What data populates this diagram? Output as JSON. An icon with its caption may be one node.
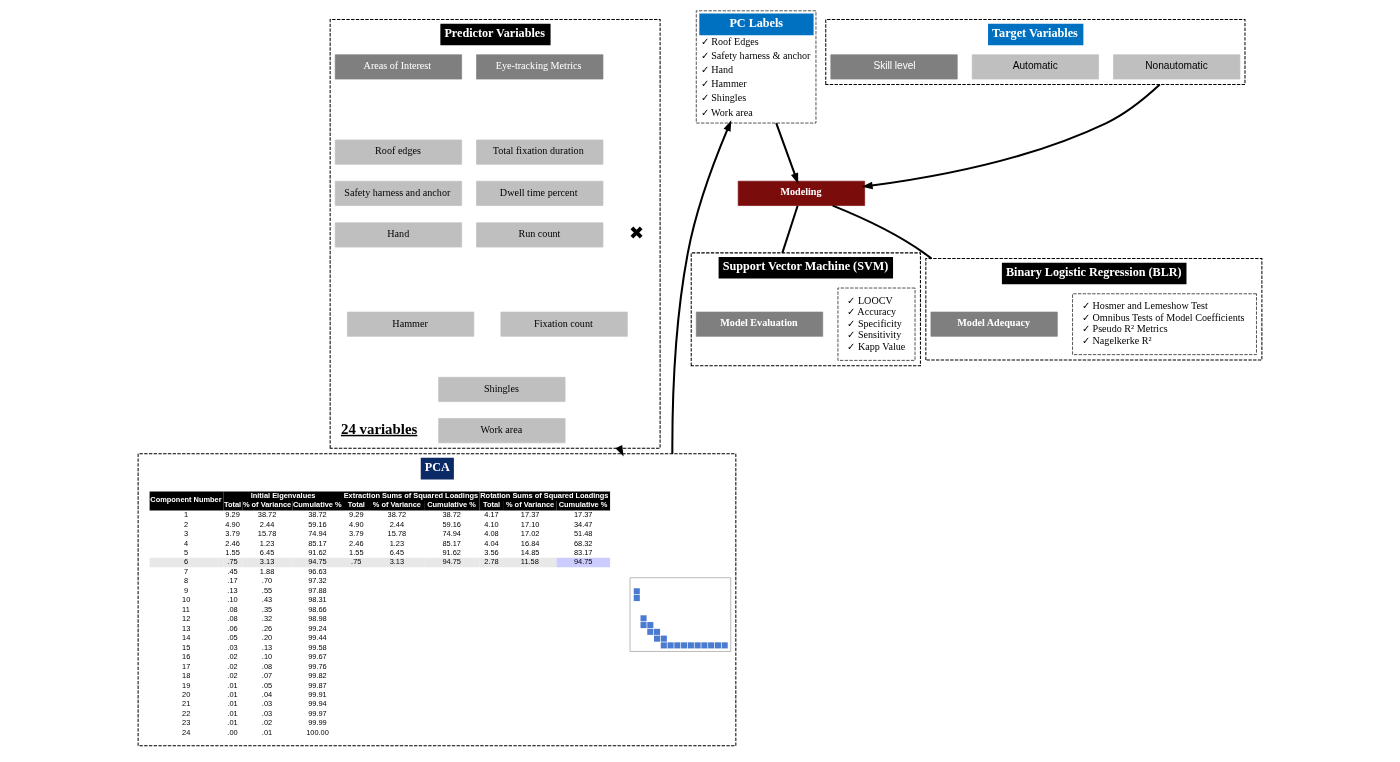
{
  "diagram": {
    "nodes": [
      {
        "text": [
          "Predictor Variables"
        ]
      },
      {
        "text": [
          "Areas of Interest"
        ],
        "in": 0
      },
      {
        "text": [
          "Roof edges"
        ],
        "in": 0
      },
      {
        "text": [
          "Safety harness and anchor"
        ],
        "in": 0
      },
      {
        "text": [
          "Hand"
        ],
        "in": 0
      },
      {
        "text": [
          "Hammer"
        ],
        "in": 0
      },
      {
        "text": [
          "Shingles"
        ],
        "in": 0
      },
      {
        "text": [
          "Work area"
        ],
        "in": 0
      },
      {
        "text": [
          "Eye-tracking Metrics"
        ],
        "in": 0
      },
      {
        "text": [
          "Total fixation duration"
        ],
        "in": 0
      },
      {
        "text": [
          "Dwell time percent"
        ],
        "in": 0
      },
      {
        "text": [
          "Run count"
        ],
        "in": 0
      },
      {
        "text": [
          "Fixation count"
        ],
        "in": 0
      },
      {
        "text": [
          "PCA"
        ]
      },
      {
        "text": [],
        "shape": "picture",
        "in": 13
      },
      {
        "text": [
          "PC Labels",
          "✓ Roof Edges",
          "✓ Safety harness & anchor",
          "✓ Hand",
          "✓ Hammer",
          "✓ Shingles",
          "✓ Work area"
        ]
      },
      {
        "text": [
          "Target Variables"
        ]
      },
      {
        "text": [
          "Skill level"
        ],
        "in": 16
      },
      {
        "text": [
          "Automatic"
        ],
        "in": 16
      },
      {
        "text": [
          "Nonautomatic"
        ],
        "in": 16
      },
      {
        "text": [
          "Modeling"
        ]
      },
      {
        "text": [
          "Support Vector Machine (SVM)"
        ]
      },
      {
        "text": [
          "Model Evaluation"
        ],
        "in": 21
      },
      {
        "text": [
          "✓ LOOCV",
          "✓ Accuracy",
          "✓ Specificity",
          "✓ Sensitivity",
          "✓ Kapp Value"
        ],
        "in": 21
      },
      {
        "text": [
          "Binary Logistic Regression (BLR)"
        ]
      },
      {
        "text": [
          "Model Adequacy"
        ],
        "in": 24
      },
      {
        "text": [
          "✓ Hosmer and Lemeshow Test",
          "✓ Omnibus Tests of Model Coefficients",
          "✓ Pseudo R² Metrics",
          "✓ Nagelkerke R²"
        ],
        "in": 24
      }
    ],
    "edges": [
      {
        "from": 0,
        "to": 13,
        "arrow": "to"
      },
      {
        "from": 13,
        "to": 15,
        "arrow": "to"
      },
      {
        "from": 15,
        "to": 20,
        "arrow": "to"
      },
      {
        "from": 16,
        "to": 20,
        "arrow": "to"
      },
      {
        "from": 20,
        "to": 21,
        "arrow": "none"
      },
      {
        "from": 20,
        "to": 24,
        "arrow": "none"
      }
    ],
    "labels": [
      "✖",
      "24 variables",
      "Component Number",
      "Initial Eigenvalues",
      "Extraction Sums of Squared Loadings",
      "Rotation Sums of Squared Loadings",
      "Total",
      "% of Variance",
      "Cumulative %",
      "Total",
      "% of Variance",
      "Cumulative %",
      "Total",
      "% of Variance",
      "Cumulative %",
      "1",
      "9.29",
      "38.72",
      "38.72",
      "9.29",
      "38.72",
      "38.72",
      "4.17",
      "17.37",
      "17.37",
      "2",
      "4.90",
      "2.44",
      "59.16",
      "4.90",
      "2.44",
      "59.16",
      "4.10",
      "17.10",
      "34.47",
      "3",
      "3.79",
      "15.78",
      "74.94",
      "3.79",
      "15.78",
      "74.94",
      "4.08",
      "17.02",
      "51.48",
      "4",
      "2.46",
      "1.23",
      "85.17",
      "2.46",
      "1.23",
      "85.17",
      "4.04",
      "16.84",
      "68.32",
      "5",
      "1.55",
      "6.45",
      "91.62",
      "1.55",
      "6.45",
      "91.62",
      "3.56",
      "14.85",
      "83.17",
      "6",
      ".75",
      "3.13",
      "94.75",
      ".75",
      "3.13",
      "94.75",
      "2.78",
      "11.58",
      "94.75",
      "7",
      ".45",
      "1.88",
      "96.63",
      "8",
      ".17",
      ".70",
      "97.32",
      "9",
      ".13",
      ".55",
      "97.88",
      "10",
      ".10",
      ".43",
      "98.31",
      "11",
      ".08",
      ".35",
      "98.66",
      "12",
      ".08",
      ".32",
      "98.98",
      "13",
      ".06",
      ".26",
      "99.24",
      "14",
      ".05",
      ".20",
      "99.44",
      "15",
      ".03",
      ".13",
      "99.58",
      "16",
      ".02",
      ".10",
      "99.67",
      "17",
      ".02",
      ".08",
      "99.76",
      "18",
      ".02",
      ".07",
      "99.82",
      "19",
      ".01",
      ".05",
      "99.87",
      "20",
      ".01",
      ".04",
      "99.91",
      "21",
      ".01",
      ".03",
      "99.94",
      "22",
      ".01",
      ".03",
      "99.97",
      "23",
      ".01",
      ".02",
      "99.99",
      "24",
      ".00",
      ".01",
      "100.00"
    ]
  }
}
